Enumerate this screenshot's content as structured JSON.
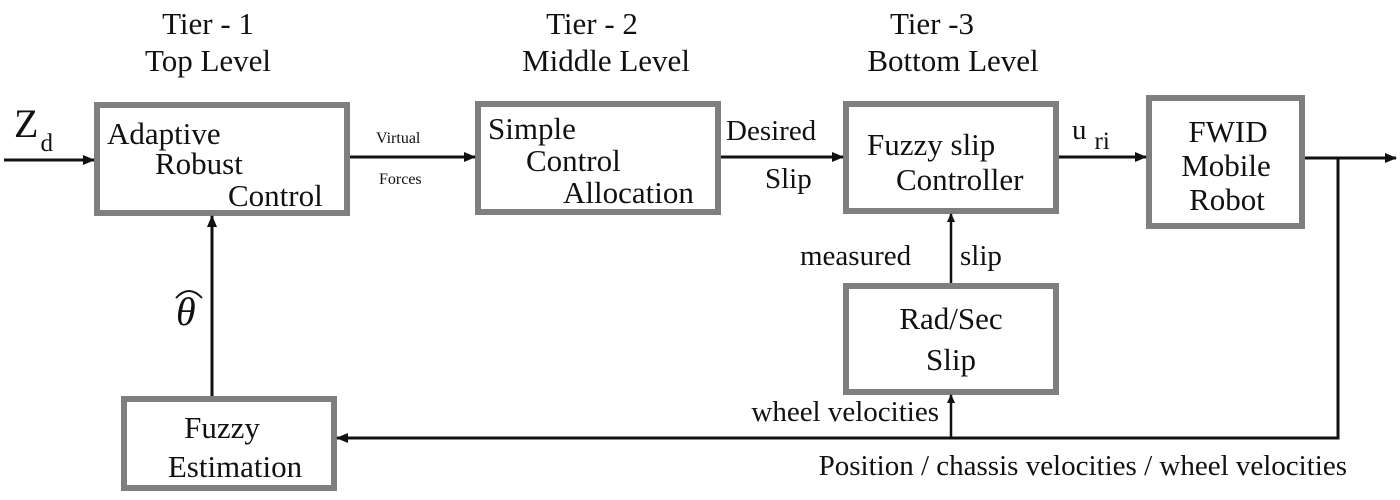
{
  "tiers": [
    {
      "name": "Tier - 1",
      "level": "Top Level"
    },
    {
      "name": "Tier - 2",
      "level": "Middle Level"
    },
    {
      "name": "Tier -3",
      "level": "Bottom Level"
    }
  ],
  "blocks": {
    "adaptive": [
      "Adaptive",
      "Robust",
      "Control"
    ],
    "allocation": [
      "Simple",
      "Control",
      "Allocation"
    ],
    "fuzzy_slip": [
      "Fuzzy slip",
      "Controller"
    ],
    "robot": [
      "FWID",
      "Mobile",
      "Robot"
    ],
    "radsec": [
      "Rad/Sec",
      "Slip"
    ],
    "estimation": [
      "Fuzzy",
      "Estimation"
    ]
  },
  "signals": {
    "input_main": "Z",
    "input_sub": "d",
    "virtual_forces": [
      "Virtual",
      "Forces"
    ],
    "desired_slip": [
      "Desired",
      "Slip"
    ],
    "control_main": "u",
    "control_sub": "ri",
    "measured_slip": [
      "measured",
      "slip"
    ],
    "wheel_velocities": "wheel velocities",
    "feedback": "Position / chassis velocities / wheel velocities",
    "theta_hat": "θ"
  },
  "colors": {
    "box_border": "#7f7f7f",
    "line": "#111111"
  }
}
